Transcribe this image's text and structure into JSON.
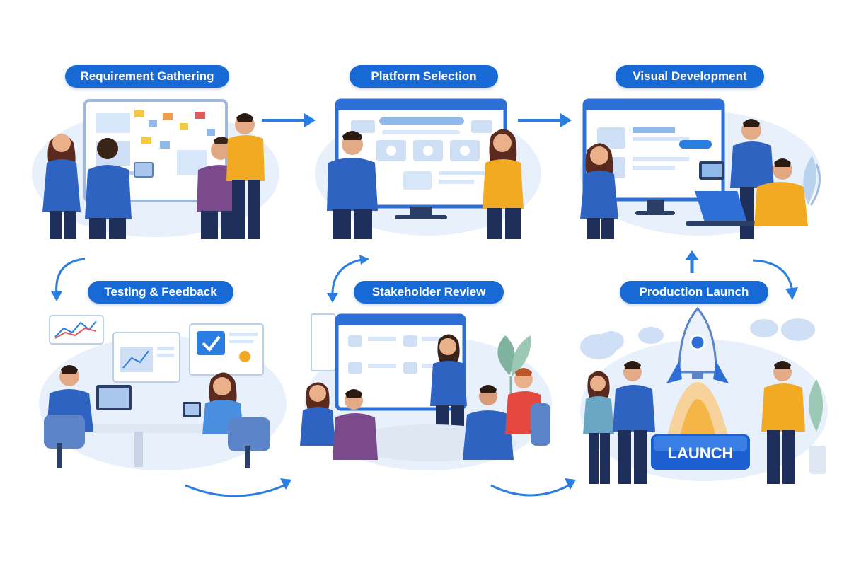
{
  "stages": [
    {
      "label": "Requirement Gathering"
    },
    {
      "label": "Platform Selection"
    },
    {
      "label": "Visual Development"
    },
    {
      "label": "Testing & Feedback"
    },
    {
      "label": "Stakeholder Review"
    },
    {
      "label": "Production Launch"
    }
  ],
  "launch_button": {
    "label": "LAUNCH"
  },
  "colors": {
    "label_bg": "#1769d6",
    "accent_blue": "#2a7de1",
    "shirt_blue": "#2f63c2",
    "shirt_yellow": "#f2aa22",
    "shirt_purple": "#7b4a8c",
    "shirt_red": "#e5483f",
    "pants_navy": "#1f2f5c",
    "screen_frame": "#2d6fd6",
    "blob": "#e8f0fb"
  },
  "icons": [
    "arrow-right-icon",
    "arrow-up-icon",
    "curved-arrow-icon",
    "rocket-icon",
    "checkmark-icon",
    "plant-icon",
    "cloud-icon"
  ]
}
